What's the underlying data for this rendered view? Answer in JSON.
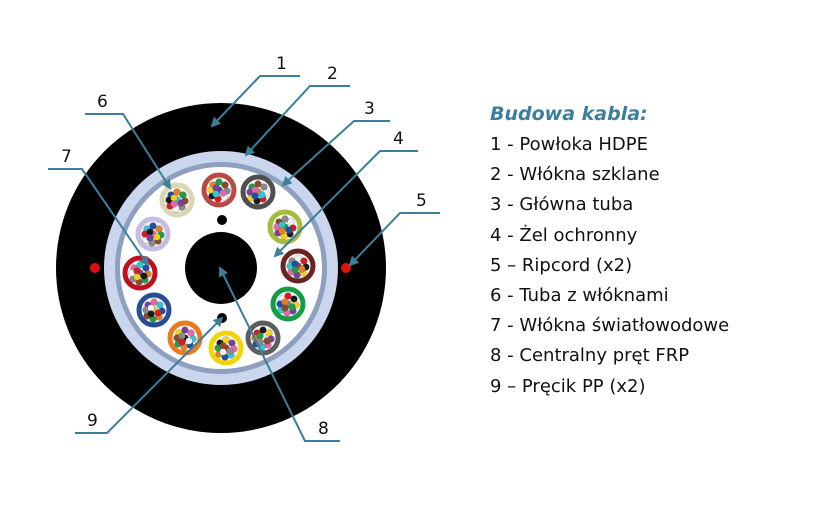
{
  "colors": {
    "jacket": "#000000",
    "glass_fibers": "#c9d6ee",
    "main_tube": "#8e9fbf",
    "gel": "#ffffff",
    "leader": "#3b7f98",
    "ripcord": "#e01010",
    "legend_title": "#3a7fa0"
  },
  "tubes": [
    {
      "name": "tube-brown",
      "color": "#b84a44",
      "fill": "#ffffff"
    },
    {
      "name": "tube-gray",
      "color": "#4f4f4f",
      "fill": "#ffffff"
    },
    {
      "name": "tube-lime",
      "color": "#a6ba3e",
      "fill": "#ffffff"
    },
    {
      "name": "tube-darkred",
      "color": "#6a2420",
      "fill": "#ffffff"
    },
    {
      "name": "tube-green",
      "color": "#139d45",
      "fill": "#ffffff"
    },
    {
      "name": "tube-slate",
      "color": "#5d5d5d",
      "fill": "#ffffff"
    },
    {
      "name": "tube-yellow",
      "color": "#f3d400",
      "fill": "#ffffff"
    },
    {
      "name": "tube-orange",
      "color": "#e97a1e",
      "fill": "#ffffff"
    },
    {
      "name": "tube-blue",
      "color": "#264e92",
      "fill": "#ffffff"
    },
    {
      "name": "tube-red",
      "color": "#c0101f",
      "fill": "#ffffff"
    },
    {
      "name": "tube-lavender",
      "color": "#c6bce0",
      "fill": "#f3f0fa"
    },
    {
      "name": "tube-cream",
      "color": "#d9d6b3",
      "fill": "#f7f5e8"
    }
  ],
  "fiber_colors": [
    "#1f4fa3",
    "#e78022",
    "#1e9e4b",
    "#8a4a2a",
    "#8a8a8a",
    "#f2f2f2",
    "#d81b23",
    "#1a1a1a",
    "#f2d21b",
    "#7a3f9a",
    "#e36aa8",
    "#35c3d6"
  ],
  "callouts": [
    {
      "id": "1",
      "text": "1"
    },
    {
      "id": "2",
      "text": "2"
    },
    {
      "id": "3",
      "text": "3"
    },
    {
      "id": "4",
      "text": "4"
    },
    {
      "id": "5",
      "text": "5"
    },
    {
      "id": "6",
      "text": "6"
    },
    {
      "id": "7",
      "text": "7"
    },
    {
      "id": "8",
      "text": "8"
    },
    {
      "id": "9",
      "text": "9"
    }
  ],
  "legend": {
    "title": "Budowa kabla:",
    "items": [
      "1 - Powłoka HDPE",
      "2 - Włókna szklane",
      "3 - Główna tuba",
      "4 - Żel ochronny",
      "5 – Ripcord (x2)",
      "6 - Tuba z włóknami",
      "7 - Włókna światłowodowe",
      "8 - Centralny pręt FRP",
      "9 – Pręcik PP (x2)"
    ]
  }
}
